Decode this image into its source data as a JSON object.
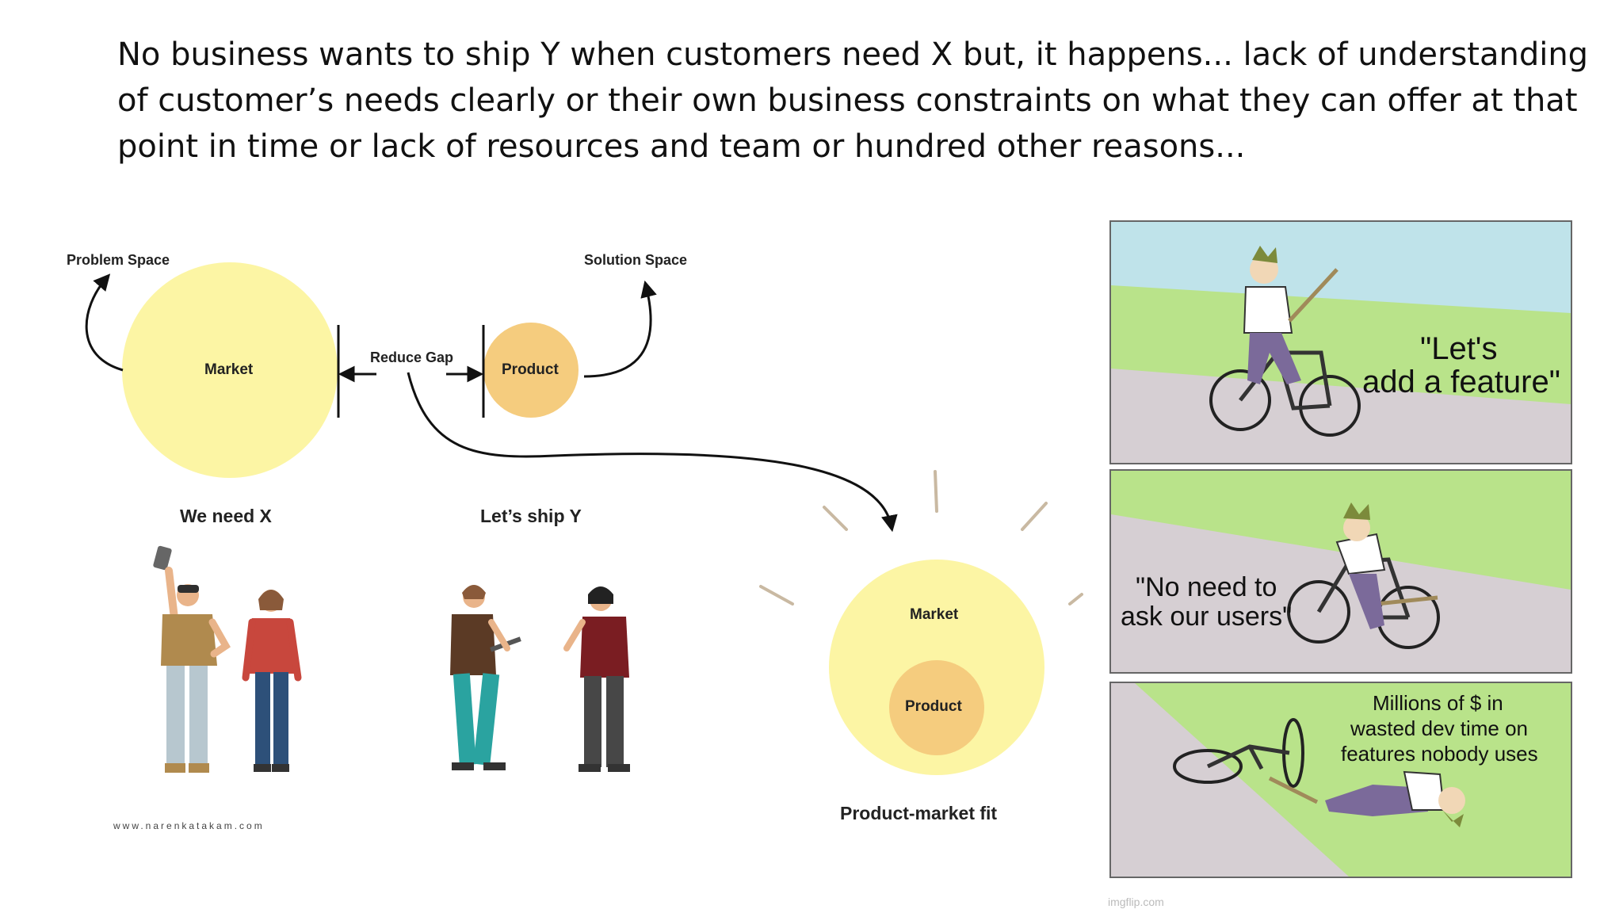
{
  "headline": {
    "line1": "No business wants to ship Y when customers need X but, it happens... lack of understanding",
    "line2": "of customer’s needs clearly or their own business constraints on what they can offer at that",
    "line3": "point in time or lack of resources and team or hundred other reasons..."
  },
  "diagram": {
    "problem_space": "Problem Space",
    "solution_space": "Solution Space",
    "market": "Market",
    "product": "Product",
    "reduce_gap": "Reduce Gap",
    "we_need_x": "We need X",
    "lets_ship_y": "Let’s ship Y",
    "fit_market": "Market",
    "fit_product": "Product",
    "product_market_fit": "Product-market fit",
    "watermark": "www.narenkatakam.com",
    "colors": {
      "market": "#fcf5a4",
      "product": "#f5cc7e",
      "inner_market": "#fcf5a4"
    }
  },
  "meme": {
    "panel1_text1": "\"Let's",
    "panel1_text2": "add a feature\"",
    "panel2_text1": "\"No need to",
    "panel2_text2": "ask our users\"",
    "panel3_text1": "Millions of $ in",
    "panel3_text2": "wasted dev time on",
    "panel3_text3": "features nobody uses",
    "credit": "imgflip.com",
    "colors": {
      "sky": "#bfe3ea",
      "grass": "#b9e38a",
      "path": "#d6cfd3"
    }
  }
}
